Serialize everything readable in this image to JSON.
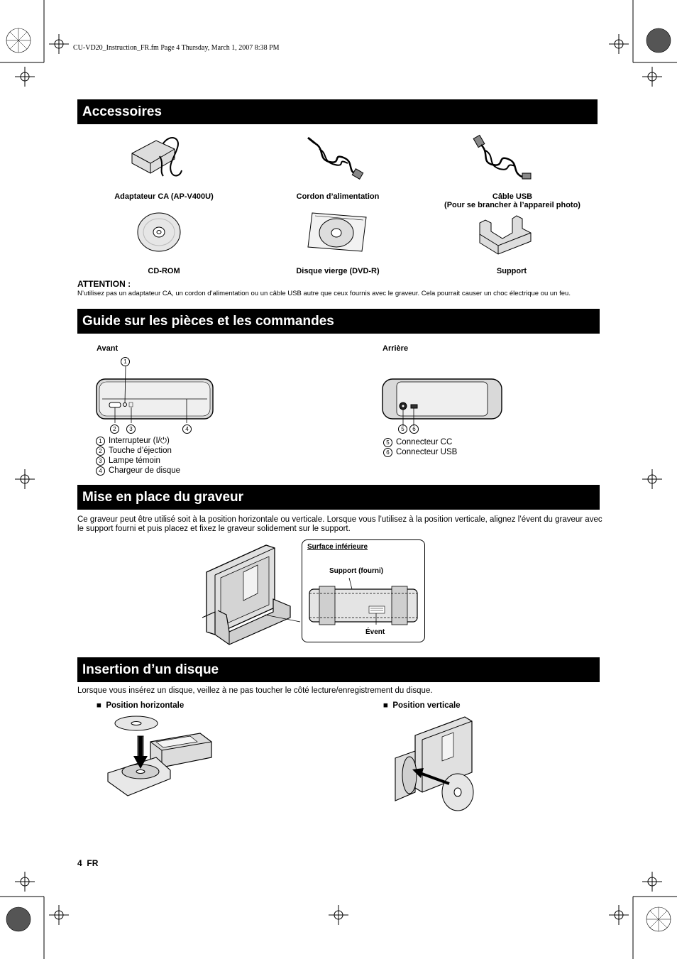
{
  "header_line": "CU-VD20_Instruction_FR.fm  Page 4  Thursday, March 1, 2007  8:38 PM",
  "sections": {
    "accessoires": "Accessoires",
    "guide": "Guide sur les pièces et les commandes",
    "mise": "Mise en place du graveur",
    "insertion": "Insertion d’un disque"
  },
  "accessories": [
    {
      "label": "Adaptateur CA (AP-V400U)",
      "icon": "ac-adapter-icon"
    },
    {
      "label": "Cordon d’alimentation",
      "icon": "power-cord-icon"
    },
    {
      "label": "Câble USB",
      "sub": "(Pour se brancher à l’appareil photo)",
      "icon": "usb-cable-icon"
    },
    {
      "label": "CD-ROM",
      "icon": "cd-rom-icon"
    },
    {
      "label": "Disque vierge (DVD-R)",
      "icon": "dvd-r-icon"
    },
    {
      "label": "Support",
      "icon": "stand-icon"
    }
  ],
  "attention": {
    "title": "ATTENTION :",
    "text": "N’utilisez pas un adaptateur CA, un cordon d’alimentation ou un câble USB autre que ceux fournis avec le graveur. Cela pourrait causer un choc électrique ou un feu."
  },
  "guide": {
    "front_label": "Avant",
    "rear_label": "Arrière",
    "front_items": [
      {
        "num": "1",
        "text": "Interrupteur (I/⏻)"
      },
      {
        "num": "2",
        "text": "Touche d’éjection"
      },
      {
        "num": "3",
        "text": "Lampe témoin"
      },
      {
        "num": "4",
        "text": "Chargeur de disque"
      }
    ],
    "rear_items": [
      {
        "num": "5",
        "text": "Connecteur CC"
      },
      {
        "num": "6",
        "text": "Connecteur USB"
      }
    ],
    "callouts": {
      "c1": "1",
      "c2": "2",
      "c3": "3",
      "c4": "4",
      "c5": "5",
      "c6": "6"
    }
  },
  "mise": {
    "text": "Ce graveur peut être utilisé soit à la position horizontale ou verticale. Lorsque vous l’utilisez à la position verticale, alignez l’évent du graveur avec le support fourni et puis placez et fixez le graveur solidement sur le support.",
    "surface": "Surface inférieure",
    "support": "Support (fourni)",
    "event": "Évent"
  },
  "insertion": {
    "text": "Lorsque vous insérez un disque, veillez à ne pas toucher le côté lecture/enregistrement du disque.",
    "horizontal": "Position horizontale",
    "vertical": "Position verticale",
    "bullet": "■"
  },
  "footer": {
    "page": "4",
    "lang": "FR"
  }
}
